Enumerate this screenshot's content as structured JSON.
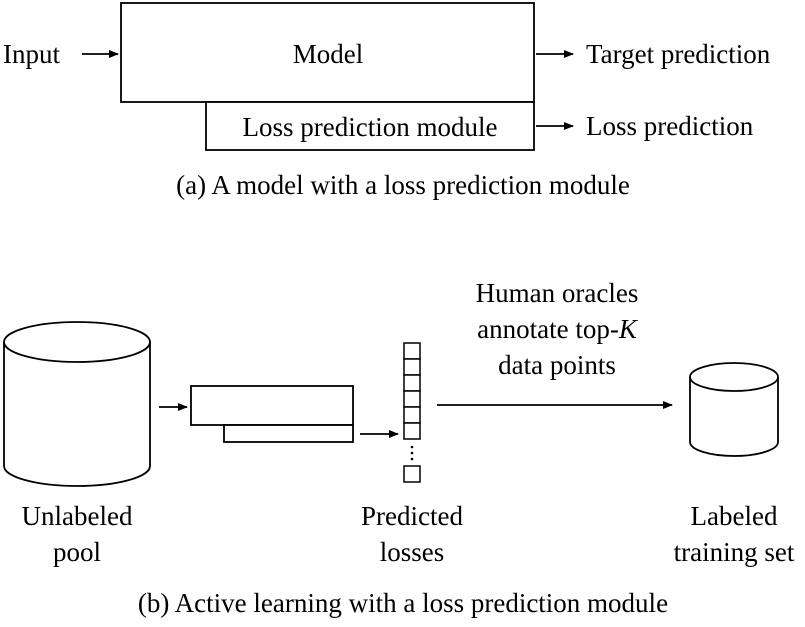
{
  "part_a": {
    "input_label": "Input",
    "model_label": "Model",
    "loss_module_label": "Loss prediction module",
    "target_output_label": "Target prediction",
    "loss_output_label": "Loss prediction",
    "caption": "(a) A model with a loss prediction module"
  },
  "part_b": {
    "unlabeled_pool_line1": "Unlabeled",
    "unlabeled_pool_line2": "pool",
    "predicted_losses_line1": "Predicted",
    "predicted_losses_line2": "losses",
    "oracle_line1": "Human oracles",
    "oracle_line2_prefix": "annotate top-",
    "oracle_line2_var": "K",
    "oracle_line3": "data points",
    "labeled_set_line1": "Labeled",
    "labeled_set_line2": "training set",
    "caption": "(b) Active learning with a loss prediction module"
  }
}
